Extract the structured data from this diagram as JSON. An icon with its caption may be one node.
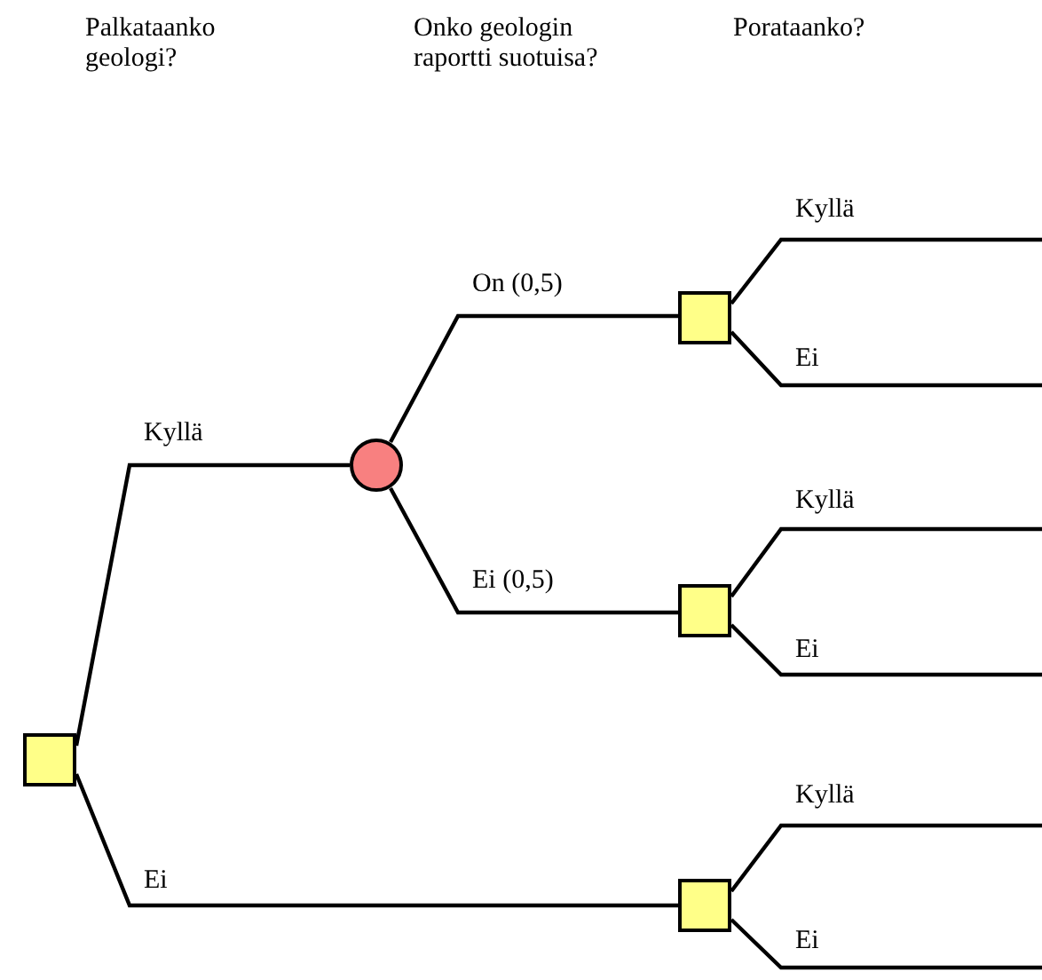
{
  "diagram": {
    "nodes": [
      {
        "text": [],
        "shape": "box"
      },
      {
        "text": [],
        "shape": "circle"
      },
      {
        "text": [],
        "shape": "box"
      },
      {
        "text": [],
        "shape": "box"
      },
      {
        "text": [],
        "shape": "box"
      }
    ],
    "edges": [
      {
        "from": 0,
        "to": 1,
        "arrow": "none",
        "label": "Kyllä"
      },
      {
        "from": 0,
        "to": 4,
        "arrow": "none",
        "label": "Ei"
      },
      {
        "from": 1,
        "to": 2,
        "arrow": "none",
        "label": "On (0,5)"
      },
      {
        "from": 1,
        "to": 3,
        "arrow": "none",
        "label": "Ei (0,5)"
      },
      {
        "from": 2,
        "to": null,
        "arrow": "none",
        "label": "Kyllä"
      },
      {
        "from": 2,
        "to": null,
        "arrow": "none",
        "label": "Ei"
      },
      {
        "from": 3,
        "to": null,
        "arrow": "none",
        "label": "Kyllä"
      },
      {
        "from": 3,
        "to": null,
        "arrow": "none",
        "label": "Ei"
      },
      {
        "from": 4,
        "to": null,
        "arrow": "none",
        "label": "Kyllä"
      },
      {
        "from": 4,
        "to": null,
        "arrow": "none",
        "label": "Ei"
      }
    ],
    "labels": [
      "Palkataanko geologi?",
      "Onko geologin raportti suotuisa?",
      "Porataanko?"
    ]
  }
}
